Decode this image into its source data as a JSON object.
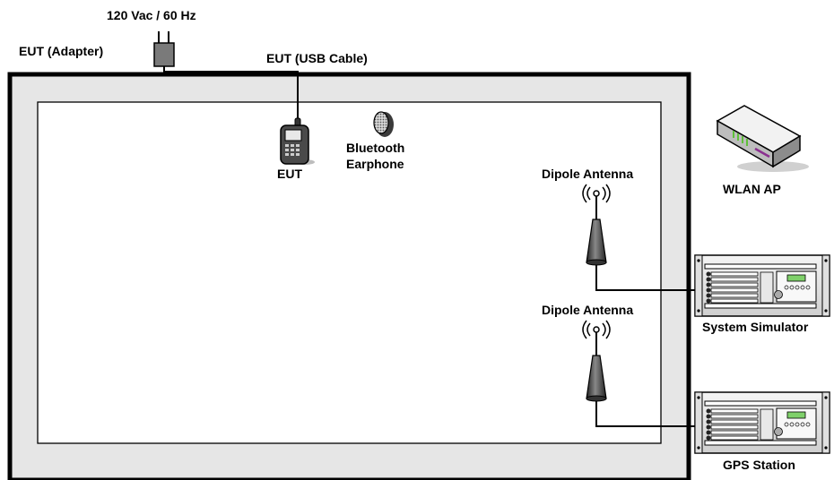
{
  "labels": {
    "power": "120 Vac / 60 Hz",
    "adapter": "EUT (Adapter)",
    "usb_cable": "EUT (USB Cable)",
    "eut": "EUT",
    "bt_line1": "Bluetooth",
    "bt_line2": "Earphone",
    "dipole1": "Dipole Antenna",
    "dipole2": "Dipole Antenna",
    "wlan": "WLAN AP",
    "simulator": "System Simulator",
    "gps": "GPS Station"
  },
  "colors": {
    "chamber_fill": "#e6e6e6",
    "outline": "#000000",
    "adapter": "#7a7a7a",
    "antenna": "#444444",
    "wlan_led": "#5fbf3a",
    "wlan_accent": "#8a2f8f",
    "display": "#7fd06a"
  }
}
